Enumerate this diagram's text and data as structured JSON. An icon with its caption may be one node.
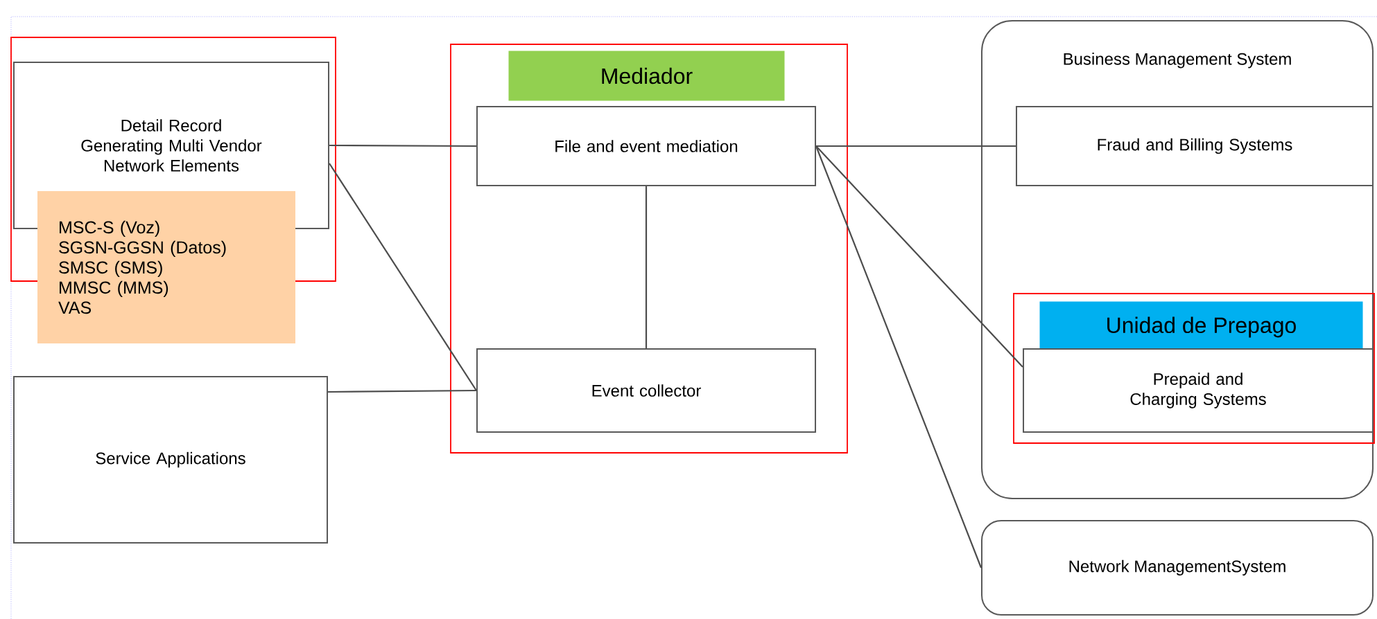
{
  "diagram": {
    "nodes": [
      {
        "text": [
          "Detail Record Generating Multi Vendor Network Elements"
        ]
      },
      {
        "text": [
          "MSC-S  (Voz)",
          "SGSN-GGSN (Datos)",
          "SMSC (SMS)",
          "MMSC (MMS)",
          "VAS"
        ]
      },
      {
        "text": [
          "Service Applications"
        ]
      },
      {
        "text": [
          "Mediador"
        ]
      },
      {
        "text": [
          "File and event mediation"
        ],
        "in": 3
      },
      {
        "text": [
          "Event collector"
        ],
        "in": 3
      },
      {
        "text": [
          "Business Management System"
        ]
      },
      {
        "text": [
          "Fraud and Billing Systems"
        ],
        "in": 6
      },
      {
        "text": [
          "Unidad de Prepago"
        ],
        "in": 6
      },
      {
        "text": [
          "Prepaid and Charging Systems"
        ],
        "in": 8
      },
      {
        "text": [
          "Network ManagementSystem"
        ]
      }
    ],
    "edges": [
      {
        "from": 0,
        "to": 4,
        "arrow": "none"
      },
      {
        "from": 0,
        "to": 5,
        "arrow": "none"
      },
      {
        "from": 4,
        "to": 5,
        "arrow": "none"
      },
      {
        "from": 2,
        "to": 5,
        "arrow": "none"
      },
      {
        "from": 4,
        "to": 7,
        "arrow": "none"
      },
      {
        "from": 4,
        "to": 9,
        "arrow": "none"
      },
      {
        "from": 4,
        "to": 10,
        "arrow": "none"
      }
    ]
  }
}
